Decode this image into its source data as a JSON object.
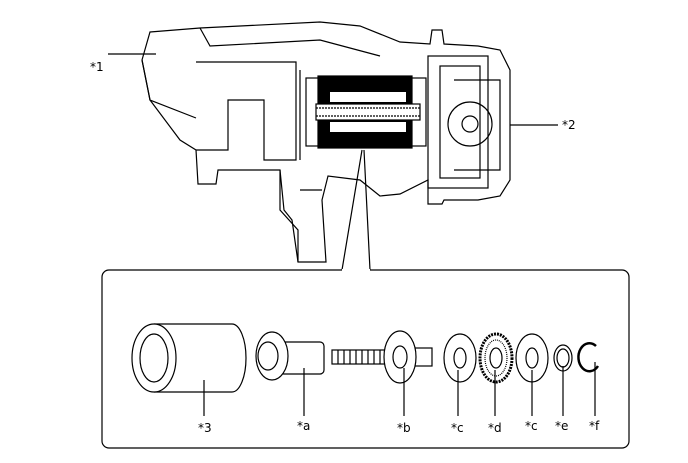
{
  "callouts": {
    "c1": "*1",
    "c2": "*2",
    "c3": "*3",
    "ca": "*a",
    "cb": "*b",
    "cc1": "*c",
    "cd": "*d",
    "cc2": "*c",
    "ce": "*e",
    "cf": "*f"
  }
}
